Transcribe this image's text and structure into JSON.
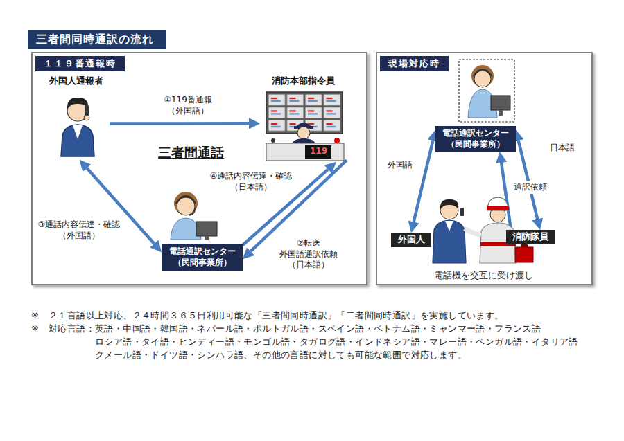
{
  "diagram": {
    "title": "三者間同時通訳の流れ",
    "nodes": [
      {
        "text": [
          "１１９番通報時"
        ]
      },
      {
        "text": [
          "外国人通報者"
        ],
        "in": 0
      },
      {
        "text": [
          "消防本部指令員"
        ],
        "in": 0
      },
      {
        "text": [
          "電話通訳センター （民間事業所）"
        ],
        "in": 0
      },
      {
        "text": [
          "現場対応時"
        ]
      },
      {
        "text": [
          "電話通訳センター （民間事業所）"
        ],
        "in": 4
      },
      {
        "text": [
          "外国人"
        ],
        "in": 4
      },
      {
        "text": [
          "消防隊員"
        ],
        "in": 4
      }
    ],
    "edges": [
      {
        "from": 1,
        "to": 2,
        "arrow": "to",
        "label": "①119番通報 （外国語）"
      },
      {
        "from": 2,
        "to": 3,
        "arrow": "to",
        "label": "②転送 外国語通訳依頼 （日本語）"
      },
      {
        "from": 1,
        "to": 3,
        "arrow": "both",
        "label": "③通話内容伝達・確認 （外国語）"
      },
      {
        "from": 3,
        "to": 2,
        "arrow": "to",
        "label": "④通話内容伝達・確認 （日本語）"
      },
      {
        "from": 6,
        "to": 5,
        "arrow": "both",
        "label": "外国語"
      },
      {
        "from": 7,
        "to": 5,
        "arrow": "both",
        "label": "日本語"
      },
      {
        "from": 7,
        "to": 5,
        "arrow": "to",
        "label": "通訳依頼"
      }
    ],
    "labels": [
      "三者間通話",
      "119",
      "電話機を交互に受け渡し",
      "※",
      "２１言語以上対応、２４時間３６５日利用可能な「三者間同時通訳」「二者間同時通訳」を実施しています。",
      "※",
      "対応言語：",
      "英語・中国語・韓国語・ネパール語・ポルトガル語・スペイン語・ベトナム語・ミャンマー語・フランス語",
      "ロシア語・タイ語・ヒンディー語・モンゴル語・タガログ語・インドネシア語・マレー語・ベンガル語・イタリア語",
      "クメール語・ドイツ語・シンハラ語、その他の言語に対しても可能な範囲で対応します。"
    ]
  }
}
